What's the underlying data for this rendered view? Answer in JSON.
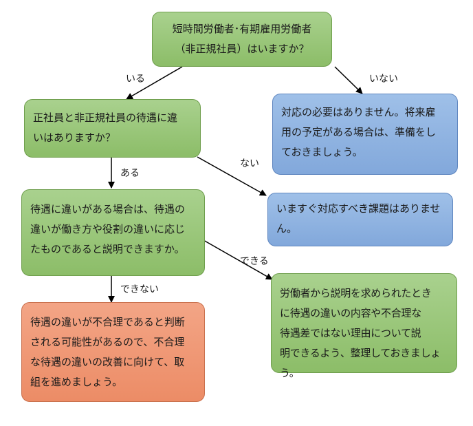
{
  "nodes": {
    "start": "短時間労働者･有期雇用労働者\n（非正規社員）はいますか？",
    "q_difference": "正社員と非正規社員の待遇に違\nいはありますか？",
    "no_workers": "対応の必要はありません。将来雇\n用の予定がある場合は、準備をし\nておきましょう。",
    "no_issue": "いますぐ対応すべき課題はありませ\nん。",
    "q_explain": "待遇に違いがある場合は、待遇の\n違いが働き方や役割の違いに応じ\nたものであると説明できますか。",
    "cannot_explain": "待遇の違いが不合理であると判断\nされる可能性があるので、不合理\nな待遇の違いの改善に向けて、取\n組を進めましょう。",
    "can_explain": "労働者から説明を求められたとき\nに待遇の違いの内容や不合理な\n待遇差ではない理由について説\n明できるよう、整理しておきましょう。"
  },
  "edge_labels": {
    "yes_workers": "いる",
    "no_workers": "いない",
    "yes_difference": "ある",
    "no_difference": "ない",
    "cannot": "できない",
    "can": "できる"
  },
  "colors": {
    "green": "#a9d18e",
    "blue": "#9fc0e8",
    "orange": "#f3a586",
    "arrow": "#000000"
  }
}
